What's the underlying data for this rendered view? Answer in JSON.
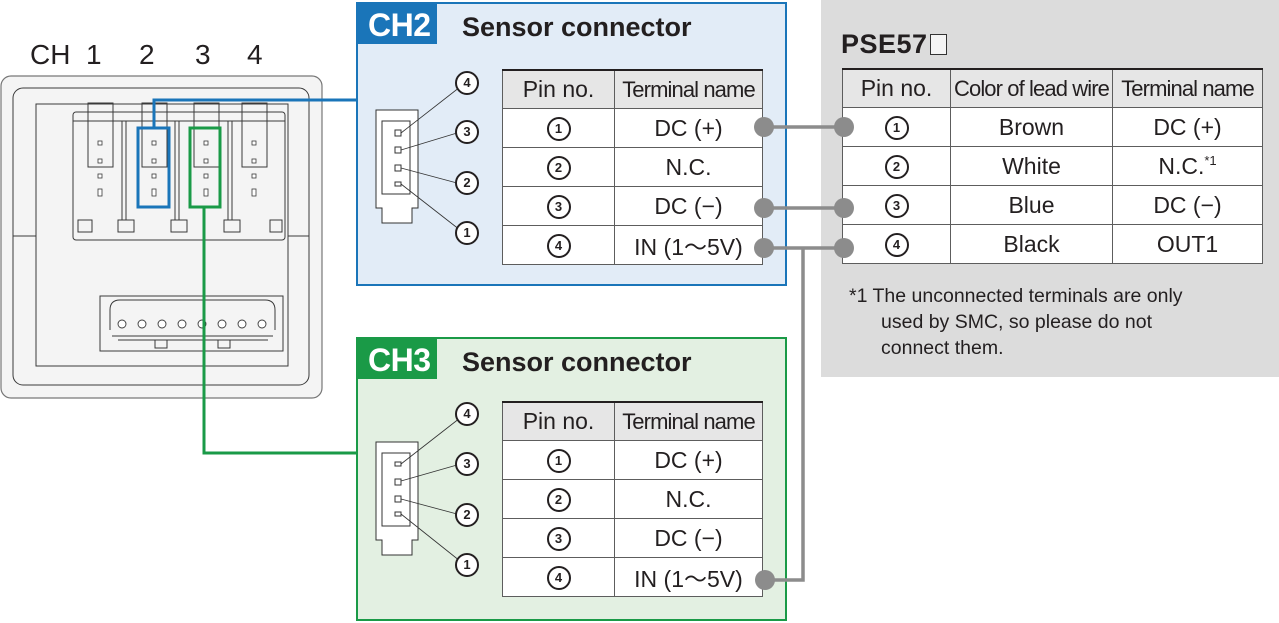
{
  "device": {
    "channel_prefix": "CH",
    "channels": [
      "1",
      "2",
      "3",
      "4"
    ],
    "highlighted": [
      {
        "channel": "2",
        "color": "#1a75b9"
      },
      {
        "channel": "3",
        "color": "#1a9a47"
      }
    ]
  },
  "colors": {
    "ch2_accent": "#1a75b9",
    "ch2_background": "#e2ecf7",
    "ch3_accent": "#1a9a47",
    "ch3_background": "#e3f0e2",
    "pse_background": "#dcdcdc",
    "wire": "#8c8c8c"
  },
  "ch2": {
    "tag": "CH2",
    "title": "Sensor connector",
    "connector_pins": [
      "4",
      "3",
      "2",
      "1"
    ],
    "table": {
      "headers": [
        "Pin no.",
        "Terminal name"
      ],
      "rows": [
        {
          "pin": "1",
          "terminal": "DC (+)"
        },
        {
          "pin": "2",
          "terminal": "N.C."
        },
        {
          "pin": "3",
          "terminal": "DC (−)"
        },
        {
          "pin": "4",
          "terminal": "IN (1〜5V)"
        }
      ]
    }
  },
  "ch3": {
    "tag": "CH3",
    "title": "Sensor connector",
    "connector_pins": [
      "4",
      "3",
      "2",
      "1"
    ],
    "table": {
      "headers": [
        "Pin no.",
        "Terminal name"
      ],
      "rows": [
        {
          "pin": "1",
          "terminal": "DC (+)"
        },
        {
          "pin": "2",
          "terminal": "N.C."
        },
        {
          "pin": "3",
          "terminal": "DC (−)"
        },
        {
          "pin": "4",
          "terminal": "IN (1〜5V)"
        }
      ]
    }
  },
  "pse": {
    "title": "PSE57",
    "table": {
      "headers": [
        "Pin no.",
        "Color of lead wire",
        "Terminal name"
      ],
      "rows": [
        {
          "pin": "1",
          "color": "Brown",
          "terminal": "DC (+)",
          "note": ""
        },
        {
          "pin": "2",
          "color": "White",
          "terminal": "N.C.",
          "note": "*1"
        },
        {
          "pin": "3",
          "color": "Blue",
          "terminal": "DC (−)",
          "note": ""
        },
        {
          "pin": "4",
          "color": "Black",
          "terminal": "OUT1",
          "note": ""
        }
      ]
    },
    "footnote": {
      "mark": "*1",
      "line1": "The unconnected terminals are only",
      "line2": "used by SMC, so please do not",
      "line3": "connect them."
    }
  },
  "connections": [
    {
      "from": "CH2 pin 1 DC (+)",
      "to": "PSE57 pin 1 DC (+)"
    },
    {
      "from": "CH2 pin 3 DC (−)",
      "to": "PSE57 pin 3 DC (−)"
    },
    {
      "from": "CH2 pin 4 IN (1〜5V)",
      "to": "PSE57 pin 4 OUT1"
    },
    {
      "from": "CH3 pin 4 IN (1〜5V)",
      "to": "PSE57 pin 4 OUT1"
    }
  ]
}
